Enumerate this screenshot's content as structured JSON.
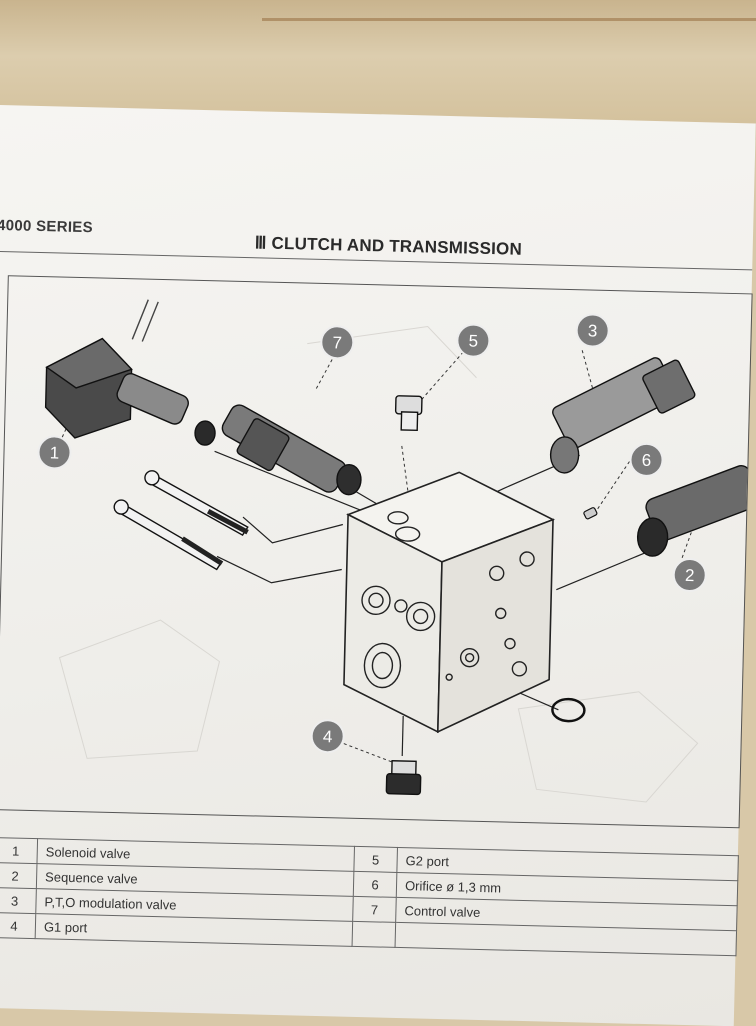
{
  "header": {
    "series": "4000 SERIES",
    "section": "Ⅲ CLUTCH AND TRANSMISSION"
  },
  "callouts": [
    "1",
    "2",
    "3",
    "4",
    "5",
    "6",
    "7"
  ],
  "parts": [
    {
      "num": "1",
      "desc": "Solenoid valve",
      "num2": "5",
      "desc2": "G2 port"
    },
    {
      "num": "2",
      "desc": "Sequence valve",
      "num2": "6",
      "desc2": "Orifice ø 1,3 mm"
    },
    {
      "num": "3",
      "desc": "P,T,O modulation valve",
      "num2": "7",
      "desc2": "Control valve"
    },
    {
      "num": "4",
      "desc": "G1 port",
      "num2": "",
      "desc2": ""
    }
  ]
}
